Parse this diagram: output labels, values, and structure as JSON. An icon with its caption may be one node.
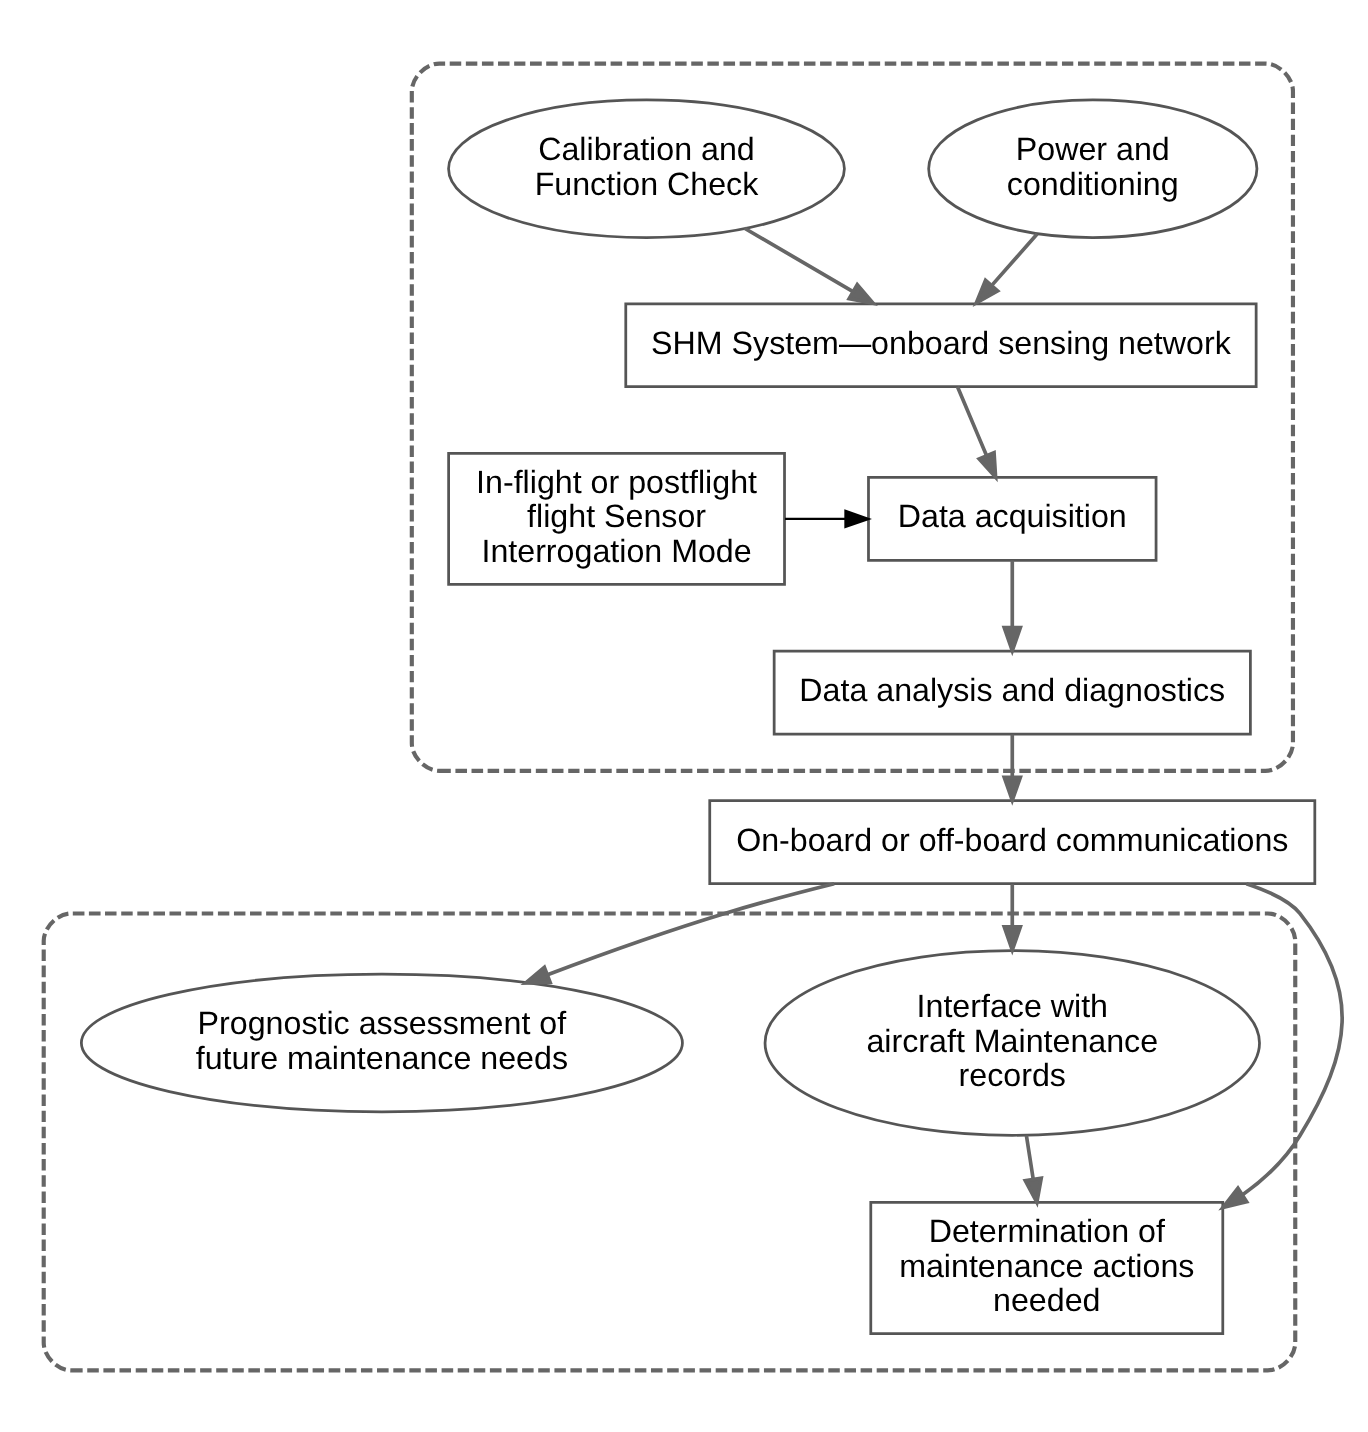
{
  "diagram": {
    "nodes": [
      {
        "text": [],
        "shape": "box"
      },
      {
        "text": [
          "Power and conditioning"
        ],
        "in": 0
      },
      {
        "text": [
          "Calibration and Function Check"
        ],
        "in": 0
      },
      {
        "text": [
          "SHM System—onboard sensing network"
        ],
        "in": 0
      },
      {
        "text": [
          "Data acquisition"
        ],
        "in": 0
      },
      {
        "text": [
          "In-flight or postflight flight Sensor Interrogation Mode"
        ],
        "in": 0
      },
      {
        "text": [
          "Data analysis and diagnostics"
        ],
        "in": 0
      },
      {
        "text": [
          "On-board or off-board communications"
        ]
      },
      {
        "text": [],
        "shape": "box"
      },
      {
        "text": [
          "Interface with aircraft Maintenance records"
        ],
        "in": 8
      },
      {
        "text": [
          "Prognostic assessment of future maintenance needs"
        ],
        "in": 8
      },
      {
        "text": [
          "Determination of maintenance actions needed"
        ],
        "in": 8
      }
    ],
    "edges": [
      {
        "from": 1,
        "to": 3,
        "arrow": "to"
      },
      {
        "from": 2,
        "to": 3,
        "arrow": "to"
      },
      {
        "from": 3,
        "to": 4,
        "arrow": "to"
      },
      {
        "from": 5,
        "to": 4,
        "arrow": "to",
        "color": "#000000"
      },
      {
        "from": 4,
        "to": 6,
        "arrow": "to"
      },
      {
        "from": 6,
        "to": 7,
        "arrow": "to"
      },
      {
        "from": 7,
        "to": 9,
        "arrow": "to"
      },
      {
        "from": 7,
        "to": 10,
        "arrow": "to"
      },
      {
        "from": 7,
        "to": 11,
        "arrow": "to"
      },
      {
        "from": 9,
        "to": 11,
        "arrow": "to"
      }
    ]
  }
}
